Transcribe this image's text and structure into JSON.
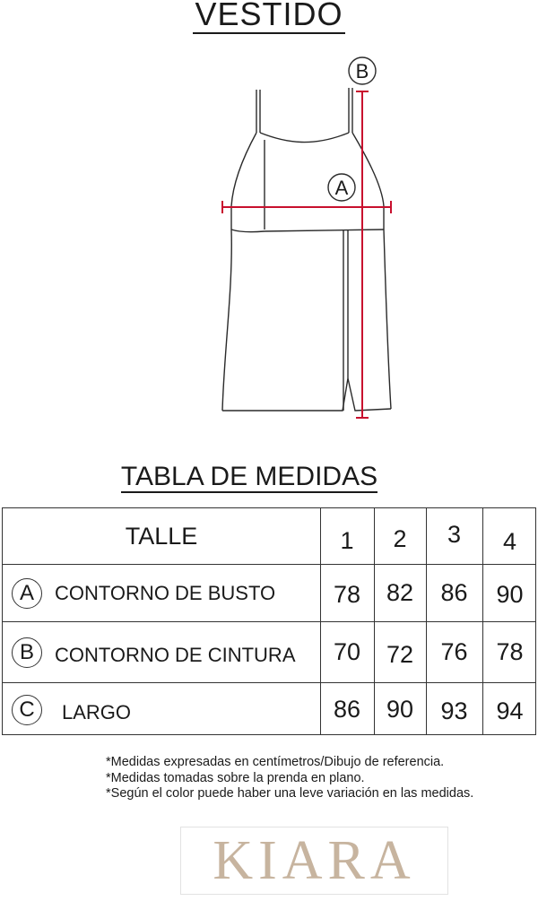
{
  "title": "VESTIDO",
  "sketch": {
    "markers": [
      "B",
      "A"
    ],
    "colors": {
      "measure_line": "#c8102e",
      "outline": "#2a2a2a"
    }
  },
  "table_title": "TABLA DE MEDIDAS",
  "table": {
    "header_label": "TALLE",
    "sizes": [
      "1",
      "2",
      "3",
      "4"
    ],
    "rows": [
      {
        "letter": "A",
        "label": "CONTORNO DE BUSTO",
        "values": [
          "78",
          "82",
          "86",
          "90"
        ]
      },
      {
        "letter": "B",
        "label": "CONTORNO DE CINTURA",
        "values": [
          "70",
          "72",
          "76",
          "78"
        ]
      },
      {
        "letter": "C",
        "label": "LARGO",
        "values": [
          "86",
          "90",
          "93",
          "94"
        ]
      }
    ]
  },
  "notes": [
    "*Medidas expresadas en centímetros/Dibujo de referencia.",
    "*Medidas tomadas sobre la prenda en plano.",
    "*Según el color puede haber una leve variación en las medidas."
  ],
  "brand": {
    "name": "KIARA",
    "color": "#c7b49f"
  }
}
